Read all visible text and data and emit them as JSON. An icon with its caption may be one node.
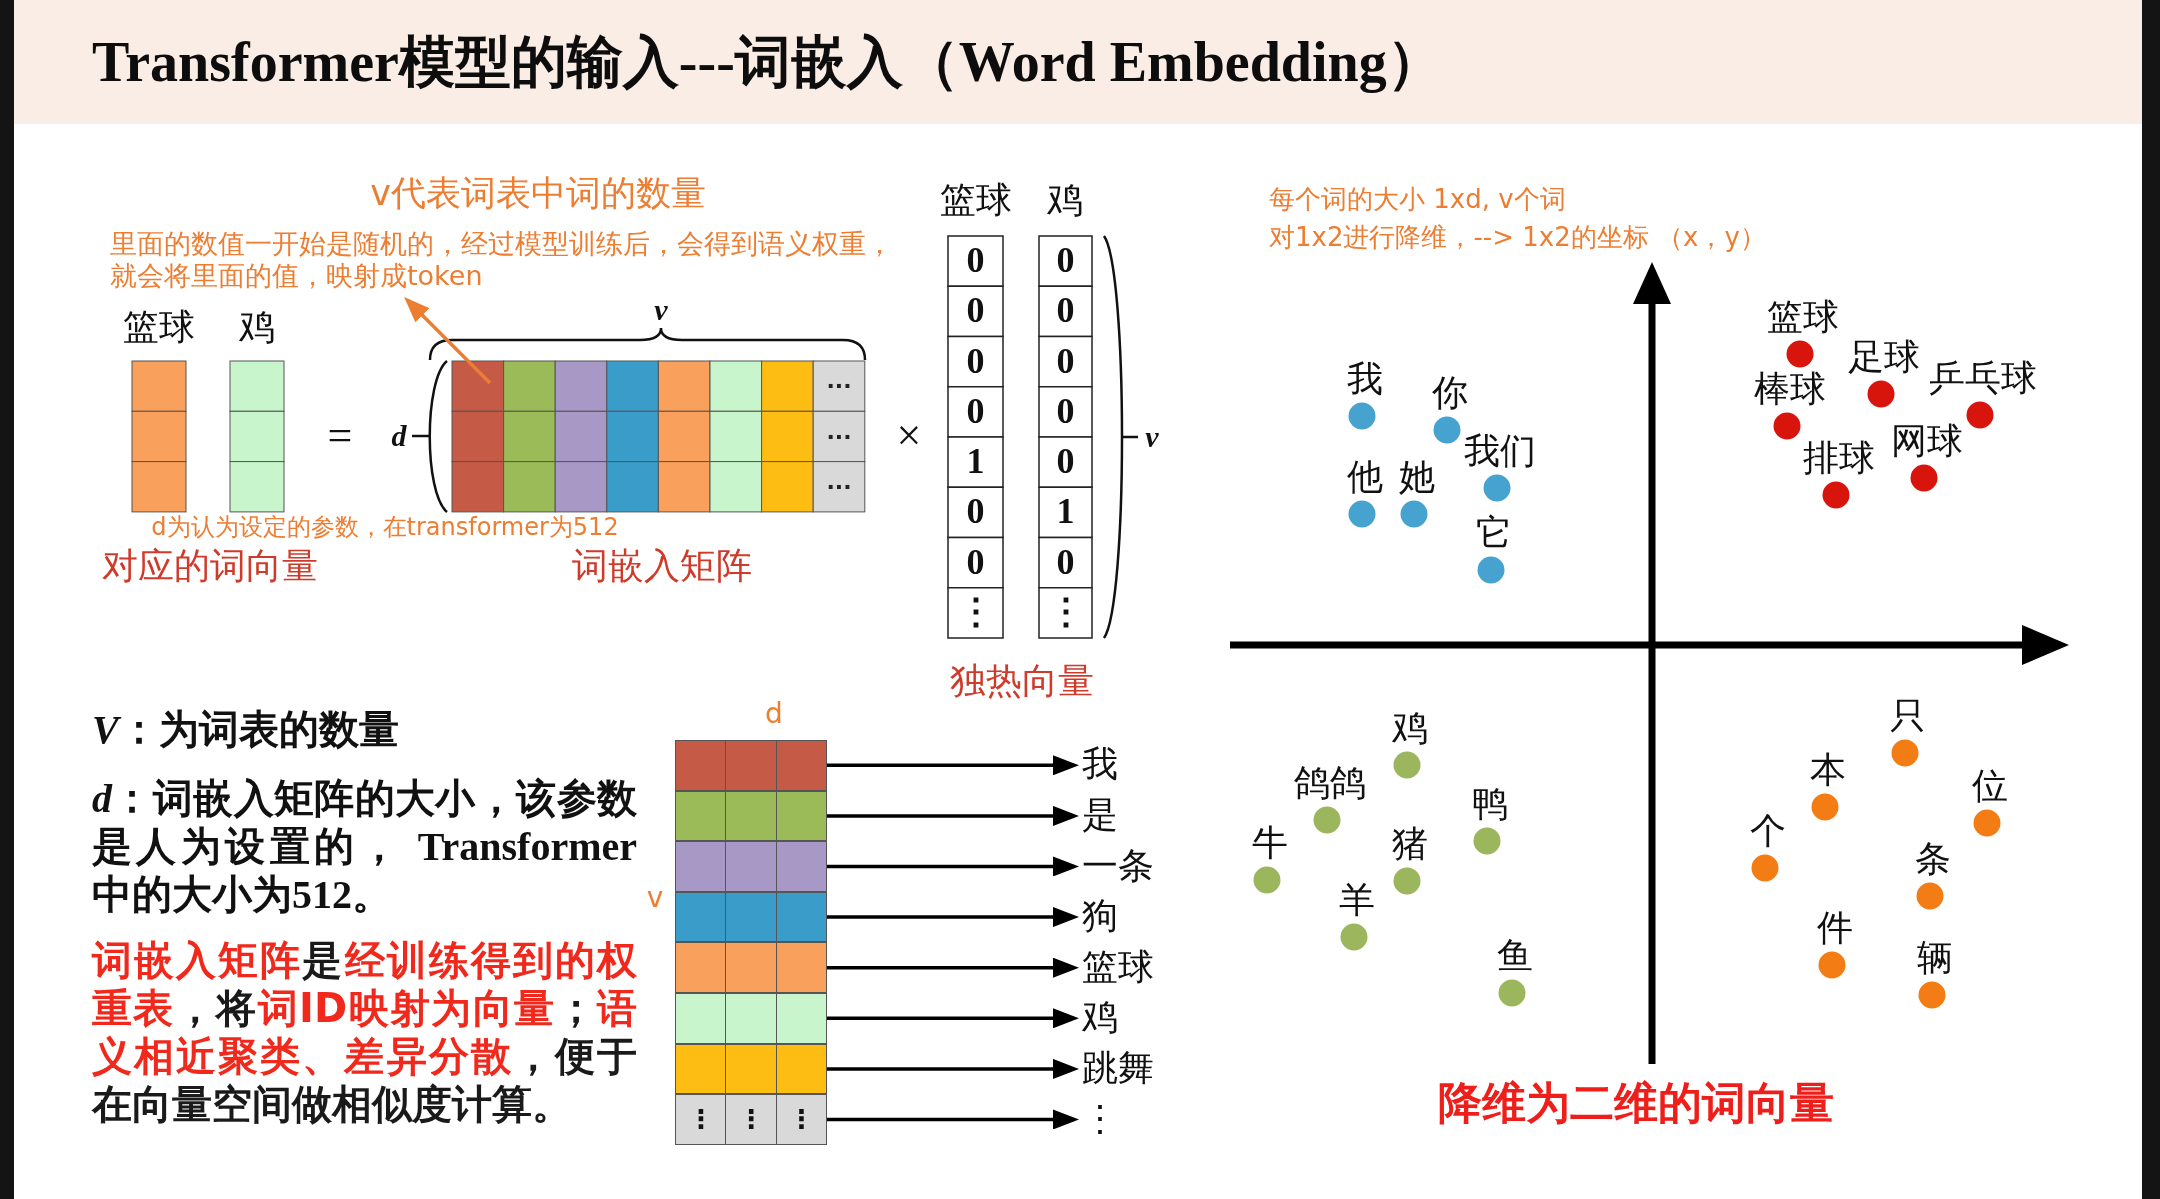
{
  "diagram": {
    "title": "Transformer模型的输入---词嵌入（Word Embedding）",
    "nodes": [
      {
        "text": [
          "里面的数值一开始是随机的，经过模型训练后，会得到语义权重，就会将里面的值，映射成token"
        ]
      },
      {
        "text": [],
        "shape": "box"
      },
      {
        "text": [],
        "shape": "box"
      },
      {
        "text": [],
        "shape": "box"
      },
      {
        "text": [],
        "shape": "box"
      },
      {
        "text": [],
        "shape": "box"
      },
      {
        "text": [],
        "shape": "box"
      },
      {
        "text": [],
        "shape": "box"
      },
      {
        "text": [
          "⋮",
          "⋮",
          "⋮"
        ]
      },
      {
        "text": [
          "我"
        ]
      },
      {
        "text": [
          "是"
        ]
      },
      {
        "text": [
          "一条"
        ]
      },
      {
        "text": [
          "狗"
        ]
      },
      {
        "text": [
          "篮球"
        ]
      },
      {
        "text": [
          "鸡"
        ]
      },
      {
        "text": [
          "跳舞"
        ]
      },
      {
        "text": [
          "⋮"
        ]
      }
    ],
    "edges": [
      {
        "from": null,
        "to": 0,
        "arrow": "to",
        "color": "#ed7d31"
      },
      {
        "from": 1,
        "to": 9,
        "arrow": "to"
      },
      {
        "from": 2,
        "to": 10,
        "arrow": "to"
      },
      {
        "from": 3,
        "to": 11,
        "arrow": "to"
      },
      {
        "from": 4,
        "to": 12,
        "arrow": "to"
      },
      {
        "from": 5,
        "to": 13,
        "arrow": "to"
      },
      {
        "from": 6,
        "to": 14,
        "arrow": "to"
      },
      {
        "from": 7,
        "to": 15,
        "arrow": "to"
      },
      {
        "from": 8,
        "to": 16,
        "arrow": "to"
      }
    ],
    "labels": [
      "v代表词表中词的数量",
      "v",
      "篮球",
      "鸡",
      "=",
      "d",
      "···",
      "···",
      "···",
      "×",
      "d为认为设定的参数，在transformer为512",
      "对应的词向量",
      "词嵌入矩阵",
      "篮球",
      "鸡",
      "0",
      "0",
      "0",
      "0",
      "1",
      "0",
      "0",
      "⋮",
      "0",
      "0",
      "0",
      "0",
      "0",
      "1",
      "0",
      "⋮",
      "v",
      "独热向量",
      "每个词的大小 1xd, v个词",
      "对1x2进行降维，--> 1x2的坐标 （x，y）",
      "我",
      "你",
      "我们",
      "他",
      "她",
      "它",
      "篮球",
      "足球",
      "棒球",
      "乒乓球",
      "排球",
      "网球",
      "鸡",
      "鸽鸽",
      "牛",
      "猪",
      "鸭",
      "羊",
      "鱼",
      "只",
      "本",
      "位",
      "个",
      "条",
      "件",
      "辆",
      "*V*：为词表的数量",
      "*d*：词嵌入矩阵的大小，该参数是人为设置的， Transformer中的大小为512。",
      "**词嵌入矩阵**是**经训练得到的权重表**，将**词ID映射为向量**；**语义相近聚类、差异分散**，便于在向量空间做相似度计算。",
      "d",
      "v",
      "降维为二维的词向量"
    ]
  }
}
